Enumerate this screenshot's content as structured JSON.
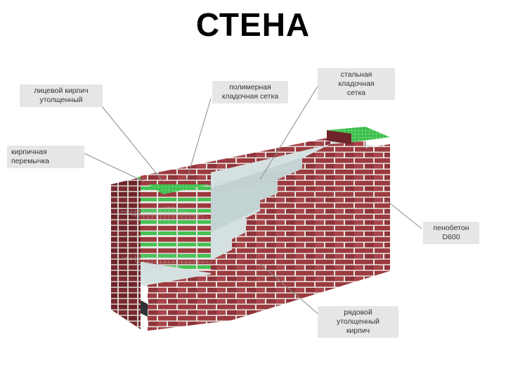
{
  "title": "СТЕНА",
  "colors": {
    "brick": "#9c3b3f",
    "brick_dark": "#6e2429",
    "mortar": "#e8e4e0",
    "mesh_green": "#3bbf4a",
    "foam_concrete": "#d5e0e0",
    "callout_bg": "#e6e6e6",
    "leader_line": "#8a8a8a"
  },
  "labels": {
    "face_brick": {
      "line1": "лицевой кирпич",
      "line2": "утолщенный"
    },
    "polymer_mesh": {
      "line1": "полимерная",
      "line2": "кладочная сетка"
    },
    "steel_mesh": {
      "line1": "стальная кладочная",
      "line2": "сетка"
    },
    "brick_lintel": {
      "line1": "кирпичная перемычка"
    },
    "foam_concrete": {
      "line1": "пенобетон",
      "line2": "D600"
    },
    "ordinary_brick": {
      "line1": "рядовой утолщенный",
      "line2": "кирпич"
    }
  }
}
